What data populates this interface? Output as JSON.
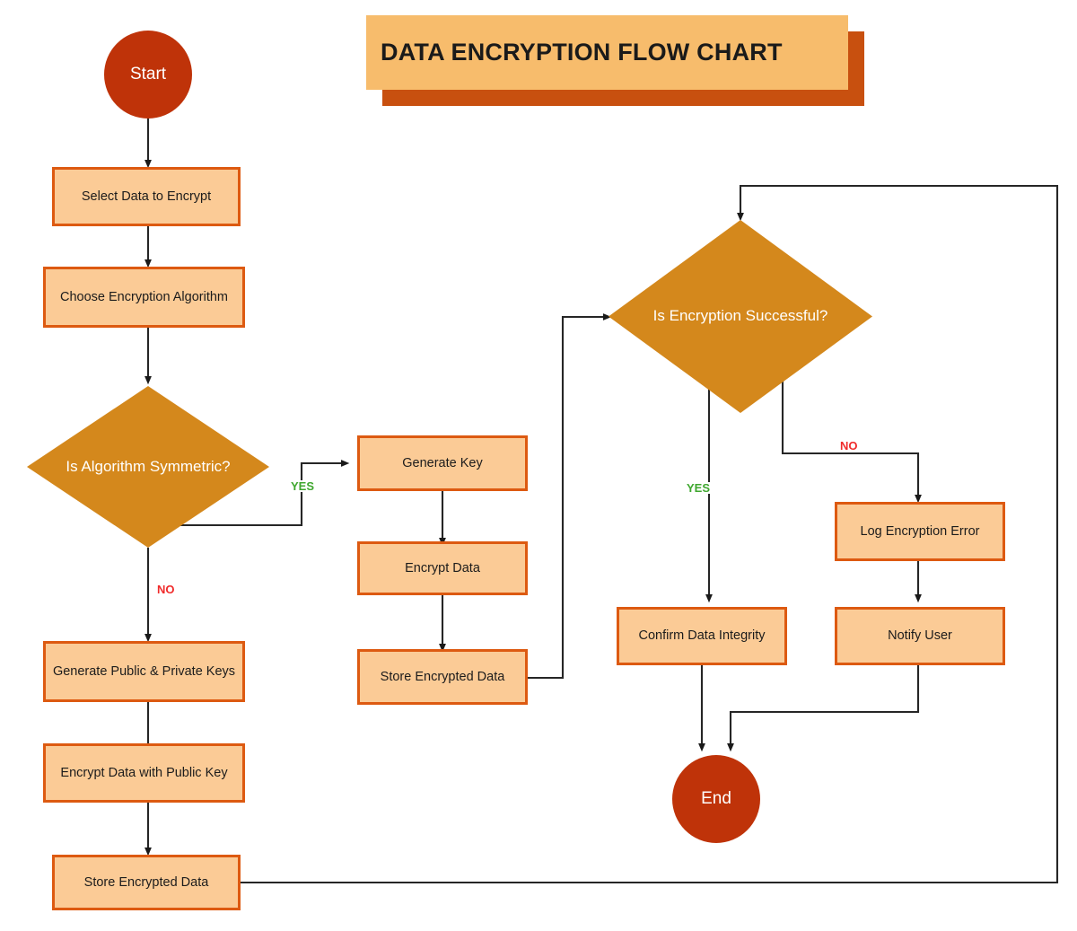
{
  "title": {
    "text": "DATA ENCRYPTION FLOW CHART",
    "banner_fill": "#F7BC6C",
    "banner_shadow": "#C8500F",
    "text_color": "#1A1A1A"
  },
  "palette": {
    "terminator_fill": "#BF3309",
    "terminator_text": "#FFFFFF",
    "process_fill": "#FBCB96",
    "process_border": "#DD5A11",
    "process_text": "#1C1C1C",
    "decision_fill": "#D4881C",
    "decision_text": "#FFFFFF",
    "connector": "#262626",
    "yes_color": "#3FA72F",
    "no_color": "#F02B2B",
    "background": "#FFFFFF"
  },
  "chart_data": {
    "type": "diagram",
    "diagram_kind": "flowchart",
    "title": "DATA ENCRYPTION FLOW CHART",
    "orientation": "top-to-bottom with branch columns",
    "nodes": [
      {
        "id": "start",
        "label": "Start",
        "shape": "terminator"
      },
      {
        "id": "select",
        "label": "Select Data to Encrypt",
        "shape": "process"
      },
      {
        "id": "choose",
        "label": "Choose Encryption Algorithm",
        "shape": "process"
      },
      {
        "id": "is_sym",
        "label": "Is Algorithm Symmetric?",
        "shape": "decision"
      },
      {
        "id": "genkey",
        "label": "Generate Key",
        "shape": "process"
      },
      {
        "id": "encdata",
        "label": "Encrypt Data",
        "shape": "process"
      },
      {
        "id": "store_sym",
        "label": "Store Encrypted Data",
        "shape": "process"
      },
      {
        "id": "genpubpriv",
        "label": "Generate Public & Private Keys",
        "shape": "process"
      },
      {
        "id": "encpub",
        "label": "Encrypt Data with Public Key",
        "shape": "process"
      },
      {
        "id": "store_asym",
        "label": "Store Encrypted Data",
        "shape": "process"
      },
      {
        "id": "is_enc_ok",
        "label": "Is Encryption Successful?",
        "shape": "decision"
      },
      {
        "id": "confirm",
        "label": "Confirm Data Integrity",
        "shape": "process"
      },
      {
        "id": "logerr",
        "label": "Log Encryption Error",
        "shape": "process"
      },
      {
        "id": "notify",
        "label": "Notify User",
        "shape": "process"
      },
      {
        "id": "end",
        "label": "End",
        "shape": "terminator"
      }
    ],
    "edges": [
      {
        "from": "start",
        "to": "select",
        "label": ""
      },
      {
        "from": "select",
        "to": "choose",
        "label": ""
      },
      {
        "from": "choose",
        "to": "is_sym",
        "label": ""
      },
      {
        "from": "is_sym",
        "to": "genkey",
        "label": "YES"
      },
      {
        "from": "is_sym",
        "to": "genpubpriv",
        "label": "NO"
      },
      {
        "from": "genkey",
        "to": "encdata",
        "label": ""
      },
      {
        "from": "encdata",
        "to": "store_sym",
        "label": ""
      },
      {
        "from": "store_sym",
        "to": "is_enc_ok",
        "label": ""
      },
      {
        "from": "genpubpriv",
        "to": "encpub",
        "label": ""
      },
      {
        "from": "encpub",
        "to": "store_asym",
        "label": ""
      },
      {
        "from": "store_asym",
        "to": "is_enc_ok",
        "label": ""
      },
      {
        "from": "is_enc_ok",
        "to": "confirm",
        "label": "YES"
      },
      {
        "from": "is_enc_ok",
        "to": "logerr",
        "label": "NO"
      },
      {
        "from": "confirm",
        "to": "end",
        "label": ""
      },
      {
        "from": "logerr",
        "to": "notify",
        "label": ""
      },
      {
        "from": "notify",
        "to": "end",
        "label": ""
      }
    ],
    "edge_labels": [
      "YES",
      "NO",
      "YES",
      "NO"
    ]
  },
  "nodes": {
    "start": {
      "label": "Start"
    },
    "select": {
      "label": "Select Data to Encrypt"
    },
    "choose": {
      "label": "Choose Encryption Algorithm"
    },
    "is_sym": {
      "label": "Is Algorithm Symmetric?"
    },
    "genkey": {
      "label": "Generate Key"
    },
    "encdata": {
      "label": "Encrypt Data"
    },
    "store_sym": {
      "label": "Store Encrypted Data"
    },
    "genpubpriv": {
      "label": "Generate Public & Private Keys"
    },
    "encpub": {
      "label": "Encrypt Data with Public Key"
    },
    "store_asym": {
      "label": "Store Encrypted Data"
    },
    "is_enc_ok": {
      "label": "Is Encryption Successful?"
    },
    "confirm": {
      "label": "Confirm Data Integrity"
    },
    "logerr": {
      "label": "Log Encryption Error"
    },
    "notify": {
      "label": "Notify User"
    },
    "end": {
      "label": "End"
    }
  },
  "labels": {
    "sym_yes": "YES",
    "sym_no": "NO",
    "enc_yes": "YES",
    "enc_no": "NO"
  }
}
